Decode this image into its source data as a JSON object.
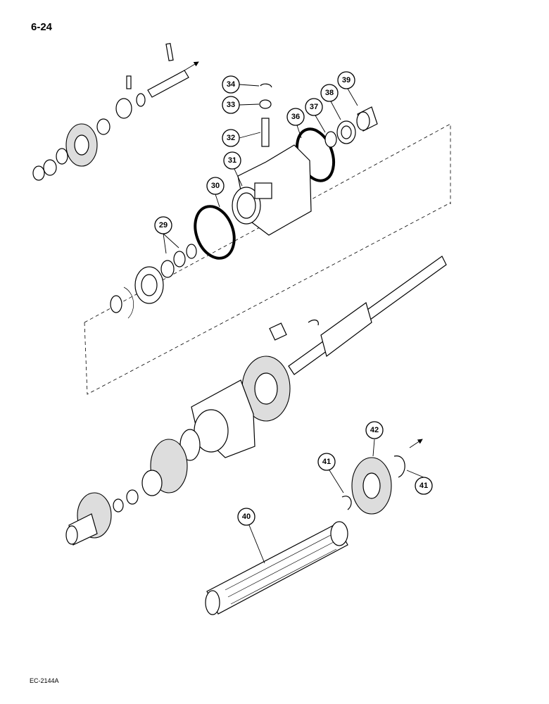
{
  "page": {
    "page_number": "6-24",
    "figure_code": "EC-2144A"
  },
  "callouts": [
    "29",
    "30",
    "31",
    "32",
    "33",
    "34",
    "36",
    "37",
    "38",
    "39",
    "40",
    "41",
    "42",
    "41"
  ]
}
